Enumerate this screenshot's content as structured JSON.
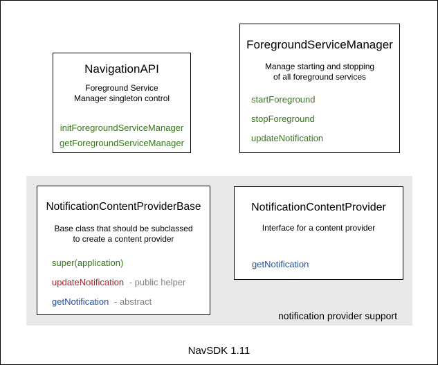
{
  "diagram": {
    "caption": "NavSDK 1.11",
    "group": {
      "label": "notification provider support",
      "bg_color": "#e9e9e9"
    },
    "boxes": [
      {
        "title": "NavigationAPI",
        "description": [
          "Foreground Service",
          "Manager singleton control"
        ],
        "methods": [
          {
            "name": "initForegroundServiceManager",
            "color": "#38761d"
          },
          {
            "name": "getForegroundServiceManager",
            "color": "#38761d"
          }
        ]
      },
      {
        "title": "ForegroundServiceManager",
        "description": [
          "Manage starting and stopping",
          "of all foreground services"
        ],
        "methods": [
          {
            "name": "startForeground",
            "color": "#38761d"
          },
          {
            "name": "stopForeground",
            "color": "#38761d"
          },
          {
            "name": "updateNotification",
            "color": "#38761d"
          }
        ]
      },
      {
        "title": "NotificationContentProviderBase",
        "description": [
          "Base class that should be subclassed",
          "to create a content provider"
        ],
        "methods": [
          {
            "name": "super(application)",
            "color": "#38761d"
          },
          {
            "name": "updateNotification",
            "color": "#a62126",
            "note": "- public helper",
            "note_color": "#808080"
          },
          {
            "name": "getNotification",
            "color": "#1f4e9e",
            "note": "- abstract",
            "note_color": "#808080"
          }
        ]
      },
      {
        "title": "NotificationContentProvider",
        "description": [
          "Interface for a content provider"
        ],
        "methods": [
          {
            "name": "getNotification",
            "color": "#1f4e9e"
          }
        ]
      }
    ]
  }
}
